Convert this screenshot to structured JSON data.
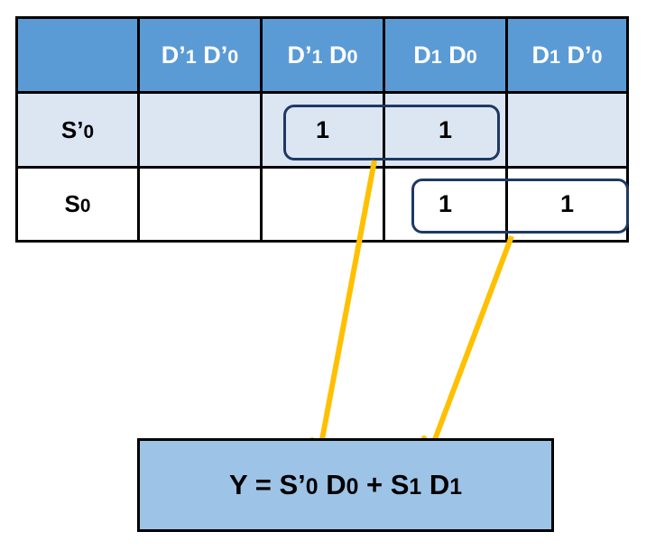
{
  "kmap": {
    "headers": [
      {
        "letter1": "D",
        "prime1": "’",
        "sub1": "1",
        "letter2": "D",
        "prime2": "’",
        "sub2": "0"
      },
      {
        "letter1": "D",
        "prime1": "’",
        "sub1": "1",
        "letter2": "D",
        "prime2": "",
        "sub2": "0"
      },
      {
        "letter1": "D",
        "prime1": "",
        "sub1": "1",
        "letter2": "D",
        "prime2": "",
        "sub2": "0"
      },
      {
        "letter1": "D",
        "prime1": "",
        "sub1": "1",
        "letter2": "D",
        "prime2": "’",
        "sub2": "0"
      }
    ],
    "rows": [
      {
        "label_letter": "S",
        "label_prime": "’",
        "label_sub": "0",
        "cells": [
          "",
          "1",
          "1",
          ""
        ]
      },
      {
        "label_letter": "S",
        "label_prime": "",
        "label_sub": "0",
        "cells": [
          "",
          "",
          "1",
          "1"
        ]
      }
    ]
  },
  "colors": {
    "header_bg": "#5b9bd5",
    "row_a_bg": "#dce6f2",
    "group_border": "#1f3864",
    "arrow": "#ffc000",
    "result_bg": "#9dc3e6"
  },
  "result": {
    "y": "Y",
    "eq": " = ",
    "t1_letter": "S",
    "t1_prime": "’",
    "t1_sub": "0",
    "t1_d": "D",
    "t1_dsub": "0",
    "plus": " + ",
    "t2_letter": "S",
    "t2_sub": "1",
    "t2_d": "D",
    "t2_dsub": "1"
  }
}
